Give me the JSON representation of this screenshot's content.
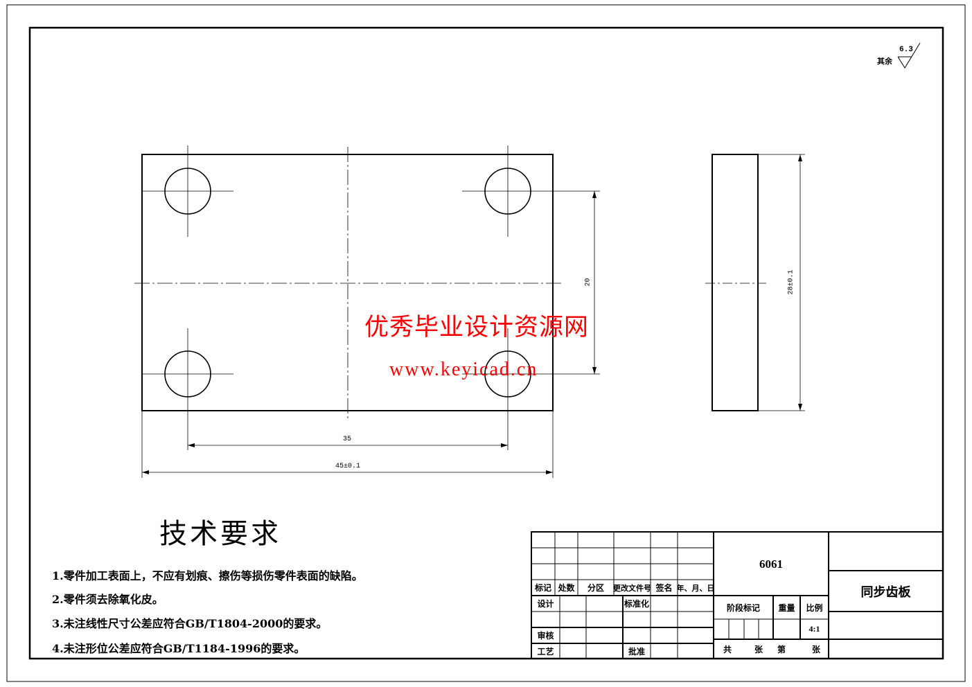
{
  "drawing": {
    "surface_finish": {
      "label": "其余",
      "value": "6.3"
    },
    "dimensions": {
      "hole_spacing_x": "35",
      "overall_width": "45±0.1",
      "hole_spacing_y": "20",
      "overall_height": "28±0.1"
    },
    "watermark": {
      "title": "优秀毕业设计资源网",
      "url": "www.keyicad.cn",
      "color": "#ff0000"
    }
  },
  "tech_requirements": {
    "title": "技术要求",
    "items": [
      "1.零件加工表面上，不应有划痕、擦伤等损伤零件表面的缺陷。",
      "2.零件须去除氧化皮。",
      "3.未注线性尺寸公差应符合GB/T1804-2000的要求。",
      "4.未注形位公差应符合GB/T1184-1996的要求。"
    ]
  },
  "title_block": {
    "headers": [
      "标记",
      "处数",
      "分区",
      "更改文件号",
      "签名",
      "年、月、日"
    ],
    "design": "设计",
    "standardize": "标准化",
    "review": "审核",
    "process": "工艺",
    "approve": "批准",
    "material": "6061",
    "stage_mark": "阶段标记",
    "weight": "重量",
    "scale_label": "比例",
    "scale_value": "4:1",
    "sheet_total": "共",
    "sheet_unit1": "张",
    "sheet_nth": "第",
    "sheet_unit2": "张",
    "part_name": "同步齿板"
  }
}
